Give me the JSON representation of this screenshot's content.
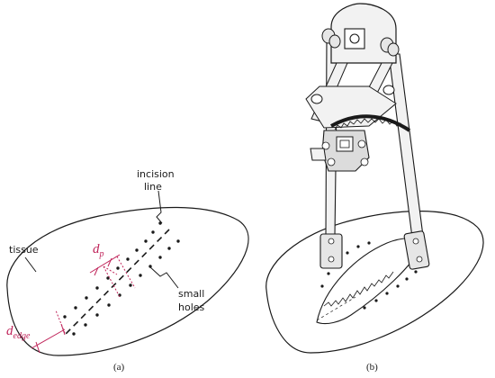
{
  "figure": {
    "panel_a": {
      "caption": "(a)",
      "labels": {
        "incision_line": [
          "incision",
          "line"
        ],
        "tissue": "tissue",
        "small_holes": [
          "small",
          "holes"
        ],
        "d_p": {
          "base": "d",
          "sub": "p"
        },
        "d_edge": {
          "base": "d",
          "sub": "edge"
        }
      }
    },
    "panel_b": {
      "caption": "(b)"
    },
    "colors": {
      "ink": "#1a1a1a",
      "dimension": "#c0245a",
      "tissue_fill": "#ffffff",
      "device_fill": "#f2f2f2",
      "device_dark": "#6a6a6a"
    }
  }
}
